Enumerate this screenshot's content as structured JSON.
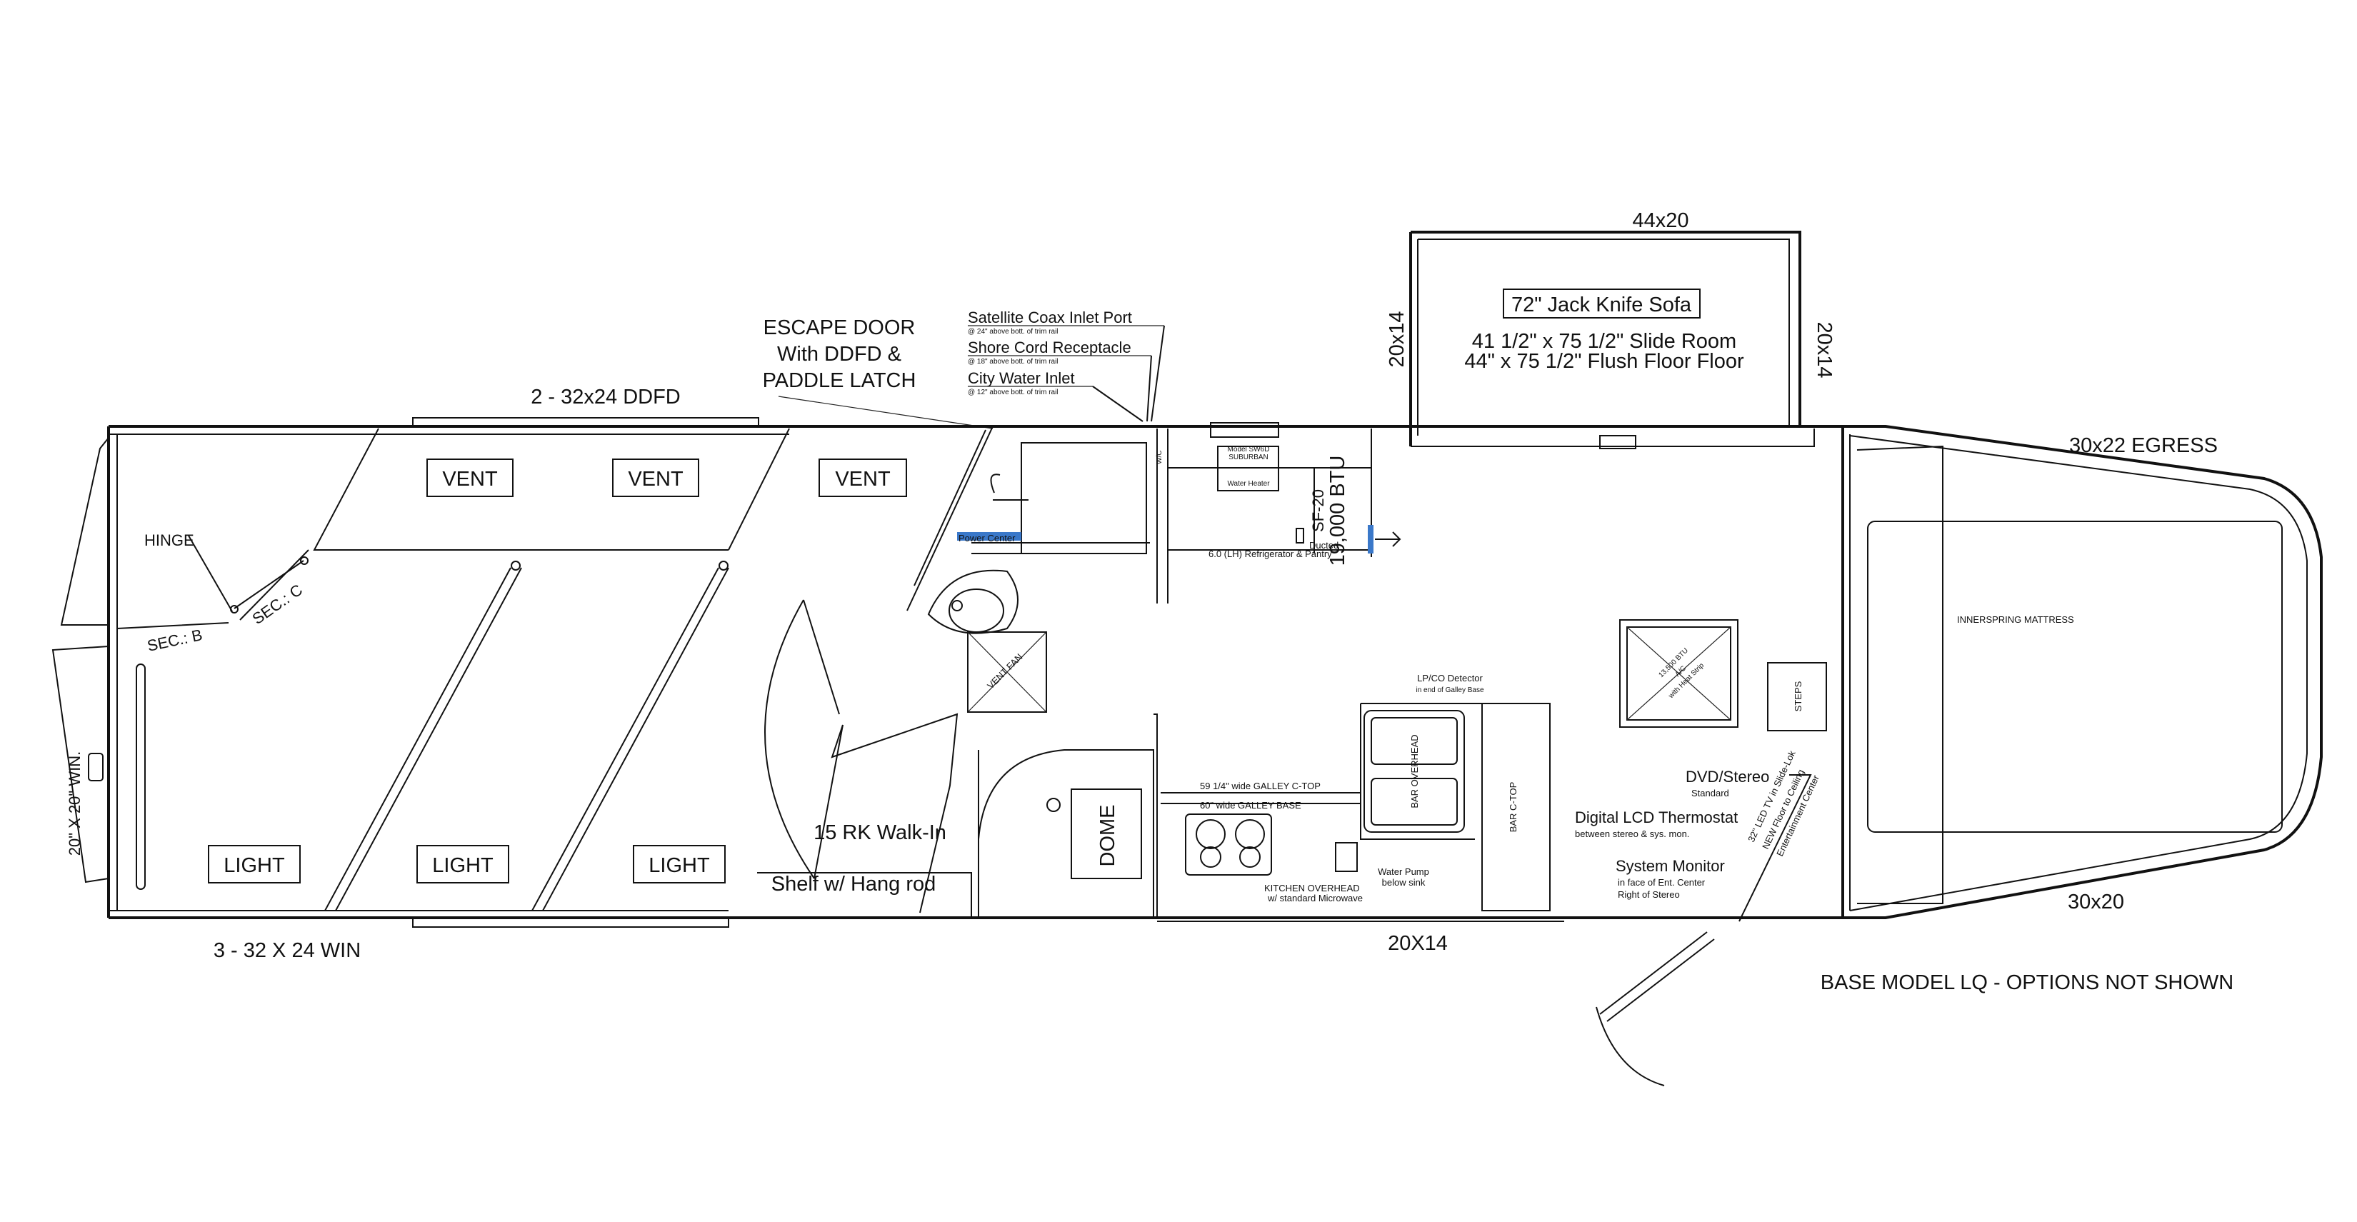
{
  "exterior": {
    "escape_door_lines": [
      "ESCAPE DOOR",
      "With DDFD &",
      "PADDLE LATCH"
    ],
    "ddfd_label": "2 - 32x24 DDFD",
    "win_bottom_label": "3 - 32 X 24 WIN",
    "rear_win_label": "20\" X 20\" WIN.",
    "slide_top": "44x20",
    "slide_left": "20x14",
    "slide_right": "20x14",
    "egress_label": "30x22 EGRESS",
    "nose_bottom": "30x20",
    "side_bottom": "20X14",
    "base_model_note": "BASE MODEL LQ - OPTIONS NOT SHOWN"
  },
  "horse_area": {
    "vents": [
      "VENT",
      "VENT",
      "VENT"
    ],
    "lights": [
      "LIGHT",
      "LIGHT",
      "LIGHT"
    ],
    "hinge": "HINGE",
    "sec_b": "SEC.: B",
    "sec_c": "SEC.: C"
  },
  "utilities": {
    "satellite": "Satellite Coax Inlet Port",
    "satellite_note": "@ 24\" above bott. of trim rail",
    "shore": "Shore Cord Receptacle",
    "shore_note": "@ 18\" above bott. of trim rail",
    "water": "City Water Inlet",
    "water_note": "@ 12\" above bott. of trim rail"
  },
  "dressing_room": {
    "walkin": "15 RK Walk-In",
    "shelf": "Shelf w/ Hang rod",
    "dome": "DOME",
    "vent_fan": "VENT FAN",
    "power_center": "Power Center"
  },
  "kitchen": {
    "water_heater_lines": [
      "Model SW6D",
      "SUBURBAN",
      "Water Heater"
    ],
    "furnace_btu": "19,000 BTU",
    "furnace_model": "SF-20",
    "ducted": "Ducted",
    "fridge": "6.0 (LH) Refrigerator & Pantry",
    "wc": "W/C",
    "lp_detector": "LP/CO Detector",
    "lp_detector_note": "in end of Galley Base",
    "galley_ctop": "59 1/4\" wide GALLEY C-TOP",
    "galley_base": "60\" wide GALLEY BASE",
    "kitchen_overhead": "KITCHEN OVERHEAD",
    "microwave": "w/ standard Microwave",
    "water_pump": "Water Pump",
    "water_pump_note": "below sink",
    "bar_overhead": "BAR OVERHEAD",
    "bar_ctop": "BAR C-TOP"
  },
  "living": {
    "sofa": "72\" Jack Knife Sofa",
    "slide_room": "41 1/2\" x 75 1/2\" Slide Room",
    "flush_floor": "44\" x 75 1/2\" Flush Floor Floor",
    "ac_lines": [
      "13,500 BTU",
      "A/C",
      "with Heat Strip"
    ],
    "dvd": "DVD/Stereo",
    "dvd_note": "Standard",
    "thermostat": "Digital LCD Thermostat",
    "thermostat_note": "between stereo & sys. mon.",
    "monitor": "System Monitor",
    "monitor_note1": "in face of Ent. Center",
    "monitor_note2": "Right of Stereo",
    "tv_lines": [
      "32\" LED TV in Slide-Lok",
      "NEW Floor to Ceiling",
      "Entertainment Center"
    ],
    "steps": "STEPS",
    "mattress": "INNERSPRING MATTRESS"
  },
  "colors": {
    "line": "#111111",
    "accent": "#3a78c9",
    "background": "#ffffff"
  }
}
